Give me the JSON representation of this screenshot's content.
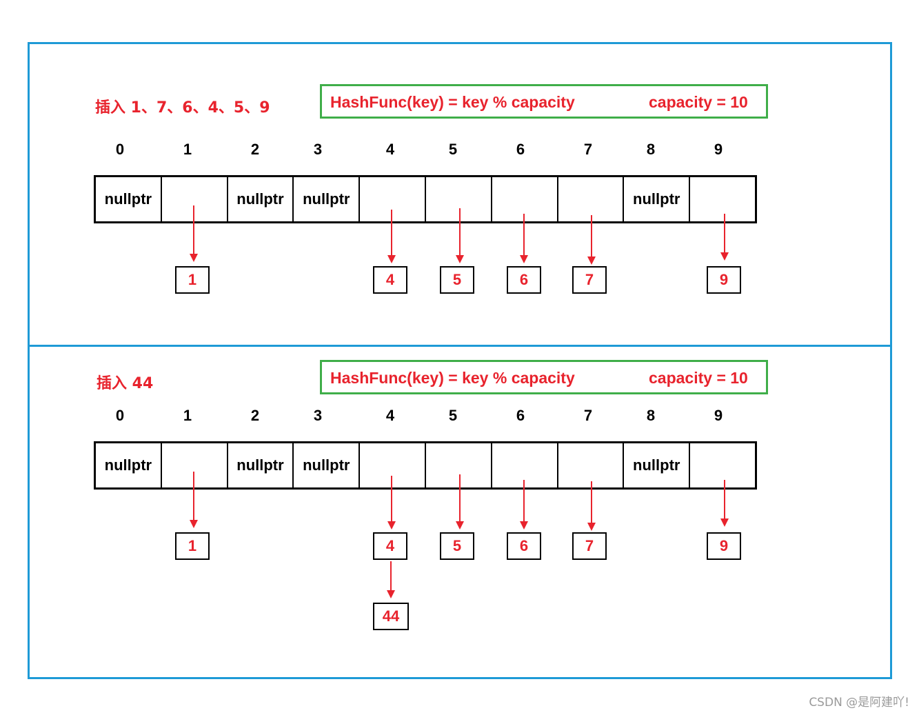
{
  "top": {
    "title": "插入 1、7、6、4、5、9",
    "formula": "HashFunc(key) = key % capacity",
    "capacity": "capacity = 10",
    "indices": [
      "0",
      "1",
      "2",
      "3",
      "4",
      "5",
      "6",
      "7",
      "8",
      "9"
    ],
    "cells": [
      "nullptr",
      "",
      "nullptr",
      "nullptr",
      "",
      "",
      "",
      "",
      "nullptr",
      ""
    ],
    "nodes": [
      "1",
      "4",
      "5",
      "6",
      "7",
      "9"
    ]
  },
  "bottom": {
    "title": "插入 44",
    "formula": "HashFunc(key) = key % capacity",
    "capacity": "capacity = 10",
    "indices": [
      "0",
      "1",
      "2",
      "3",
      "4",
      "5",
      "6",
      "7",
      "8",
      "9"
    ],
    "cells": [
      "nullptr",
      "",
      "nullptr",
      "nullptr",
      "",
      "",
      "",
      "",
      "nullptr",
      ""
    ],
    "nodes": [
      "1",
      "4",
      "5",
      "6",
      "7",
      "9"
    ],
    "chained_node": "44"
  },
  "watermark": "CSDN @是阿建吖!",
  "colors": {
    "frame": "#1e9ad6",
    "formula_border": "#3fae49",
    "accent_red": "#e8232d",
    "line": "#000000"
  }
}
